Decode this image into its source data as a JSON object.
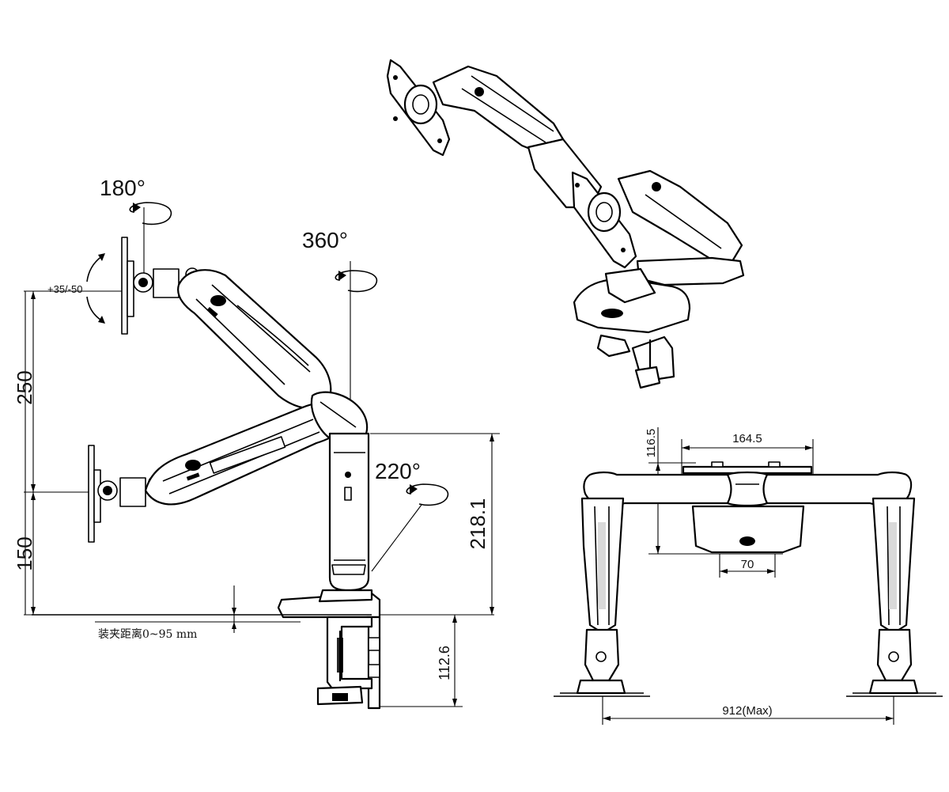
{
  "side_view": {
    "rotation_monitor": "180°",
    "rotation_base": "360°",
    "rotation_arm": "220°",
    "tilt": "+35/-50",
    "dim_upper": "250",
    "dim_lower": "150",
    "dim_pole": "218.1",
    "dim_clamp": "112.6",
    "clamp_range": "装夹距离0~95 mm"
  },
  "front_view": {
    "dim_base_width": "164.5",
    "dim_base_height": "116.5",
    "dim_base_inner": "70",
    "dim_span": "912(Max)"
  }
}
